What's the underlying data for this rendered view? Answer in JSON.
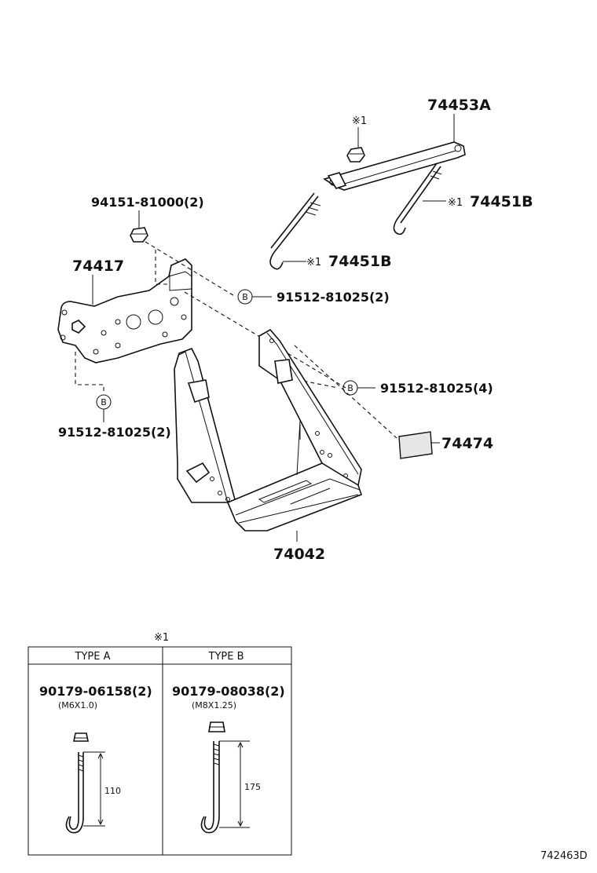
{
  "parts": {
    "p74453A": "74453A",
    "p74451B_upper": "74451B",
    "p74451B_lower": "74451B",
    "p94151": "94151-81000(2)",
    "p74417": "74417",
    "p91512_b1": "91512-81025(2)",
    "p91512_b2": "91512-81025(4)",
    "p91512_b3": "91512-81025(2)",
    "p74474": "74474",
    "p74042": "74042"
  },
  "marks": {
    "note_symbol": "※1",
    "bolt_circle": "B"
  },
  "detail_table": {
    "caption": "※1",
    "type_a": {
      "header": "TYPE A",
      "part": "90179-06158(2)",
      "thread": "(M6X1.0)",
      "length": "110"
    },
    "type_b": {
      "header": "TYPE B",
      "part": "90179-08038(2)",
      "thread": "(M8X1.25)",
      "length": "175"
    }
  },
  "diagram_code": "742463D"
}
